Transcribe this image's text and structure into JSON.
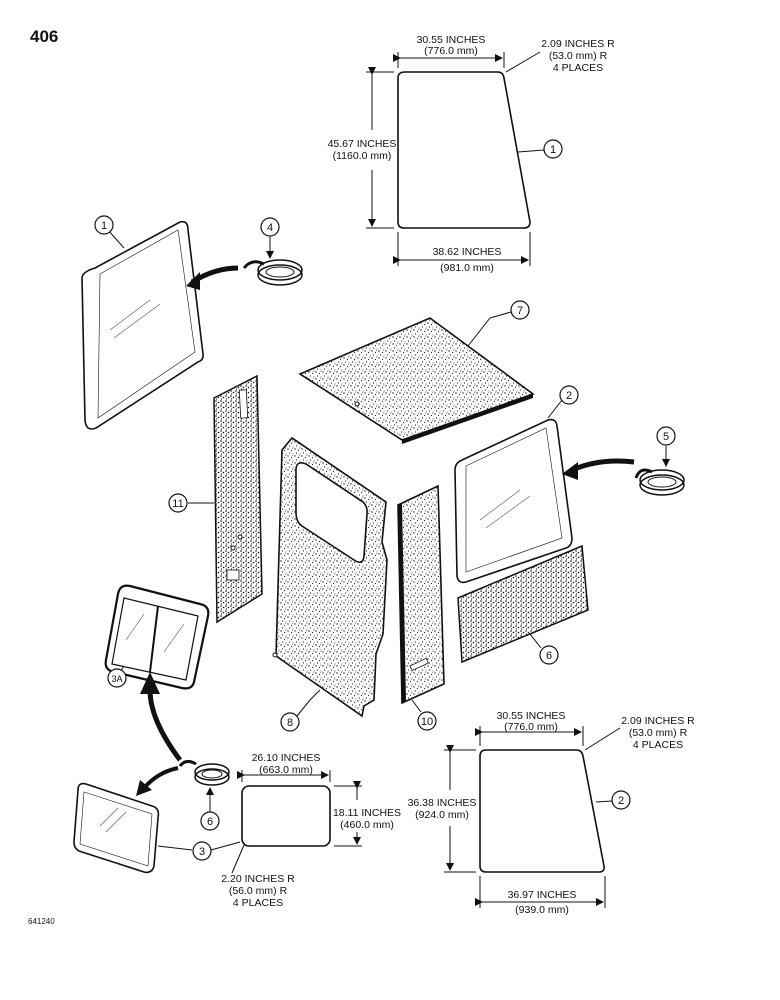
{
  "page_number": "406",
  "figure_code": "641240",
  "dims": {
    "glass1_top": "30.55 INCHES",
    "glass1_top_mm": "(776.0 mm)",
    "glass1_radius": "2.09 INCHES R",
    "glass1_radius_mm": "(53.0 mm) R",
    "glass1_places": "4 PLACES",
    "glass1_height": "45.67 INCHES",
    "glass1_height_mm": "(1160.0 mm)",
    "glass1_bottom": "38.62 INCHES",
    "glass1_bottom_mm": "(981.0 mm)",
    "glass2_top": "30.55 INCHES",
    "glass2_top_mm": "(776.0 mm)",
    "glass2_radius": "2.09 INCHES R",
    "glass2_radius_mm": "(53.0 mm) R",
    "glass2_places": "4 PLACES",
    "glass2_height": "36.38 INCHES",
    "glass2_height_mm": "(924.0 mm)",
    "glass2_bottom": "36.97 INCHES",
    "glass2_bottom_mm": "(939.0 mm)",
    "glass3_top": "26.10 INCHES",
    "glass3_top_mm": "(663.0 mm)",
    "glass3_height": "18.11 INCHES",
    "glass3_height_mm": "(460.0 mm)",
    "glass3_radius": "2.20 INCHES R",
    "glass3_radius_mm": "(56.0 mm) R",
    "glass3_places": "4 PLACES"
  },
  "callouts": [
    "1",
    "1",
    "2",
    "2",
    "3",
    "3A",
    "4",
    "5",
    "6",
    "7",
    "8",
    "9",
    "10",
    "11"
  ]
}
